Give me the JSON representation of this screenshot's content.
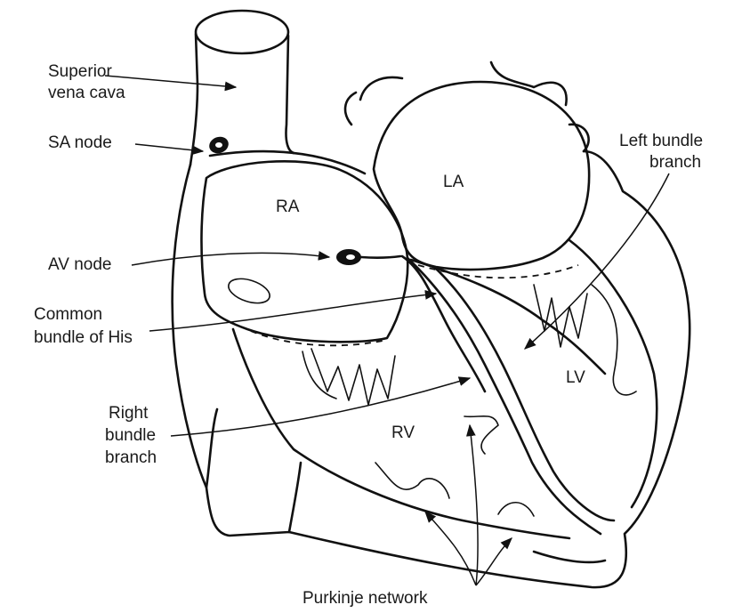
{
  "labels": {
    "superior_vena_cava_1": "Superior",
    "superior_vena_cava_2": "vena cava",
    "sa_node": "SA node",
    "av_node": "AV node",
    "common_bundle_1": "Common",
    "common_bundle_2": "bundle of His",
    "right_bundle_1": "Right",
    "right_bundle_2": "bundle",
    "right_bundle_3": "branch",
    "left_bundle_1": "Left bundle",
    "left_bundle_2": "branch",
    "ra": "RA",
    "la": "LA",
    "rv": "RV",
    "lv": "LV",
    "purkinje": "Purkinje network"
  },
  "colors": {
    "ink": "#111111",
    "background": "#ffffff"
  }
}
